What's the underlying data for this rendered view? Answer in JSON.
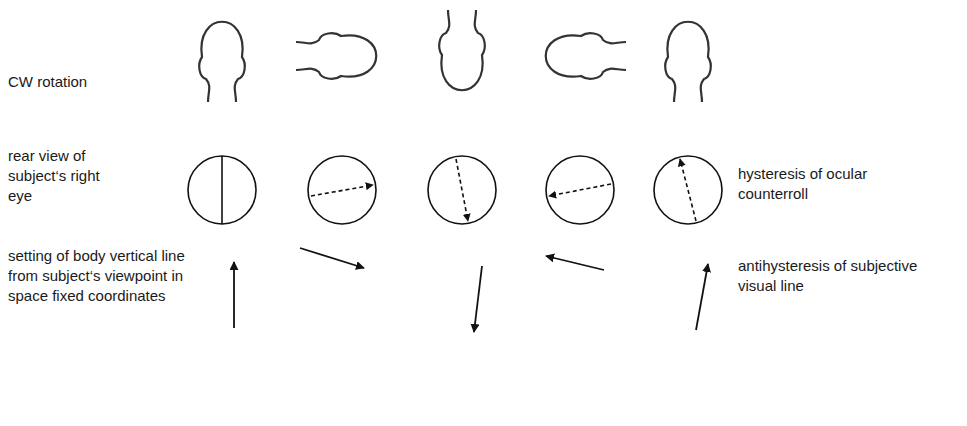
{
  "diagram": {
    "labels": [
      "CW rotation",
      "rear view of subject‘s right eye",
      "setting of body vertical line from subject‘s viewpoint in space fixed coordinates",
      "hysteresis of ocular counterroll",
      "antihysteresis of subjective visual line"
    ]
  }
}
